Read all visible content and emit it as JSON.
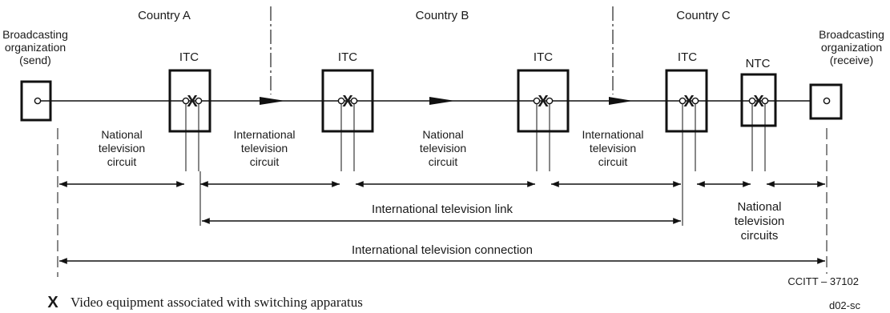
{
  "countries": [
    "Country A",
    "Country B",
    "Country C"
  ],
  "endpoints": {
    "send": [
      "Broadcasting",
      "organization",
      "(send)"
    ],
    "receive": [
      "Broadcasting",
      "organization",
      "(receive)"
    ]
  },
  "centres": {
    "itc": "ITC",
    "ntc": "NTC"
  },
  "circuits": {
    "national": [
      "National",
      "television",
      "circuit"
    ],
    "international": [
      "International",
      "television",
      "circuit"
    ],
    "national_plural": [
      "National",
      "television",
      "circuits"
    ]
  },
  "spans": {
    "link": "International television link",
    "connection": "International television connection"
  },
  "legend": {
    "symbol": "X",
    "text": "Video equipment associated with switching apparatus"
  },
  "figure_ref": "CCITT – 37102",
  "file_ref": "d02-sc"
}
